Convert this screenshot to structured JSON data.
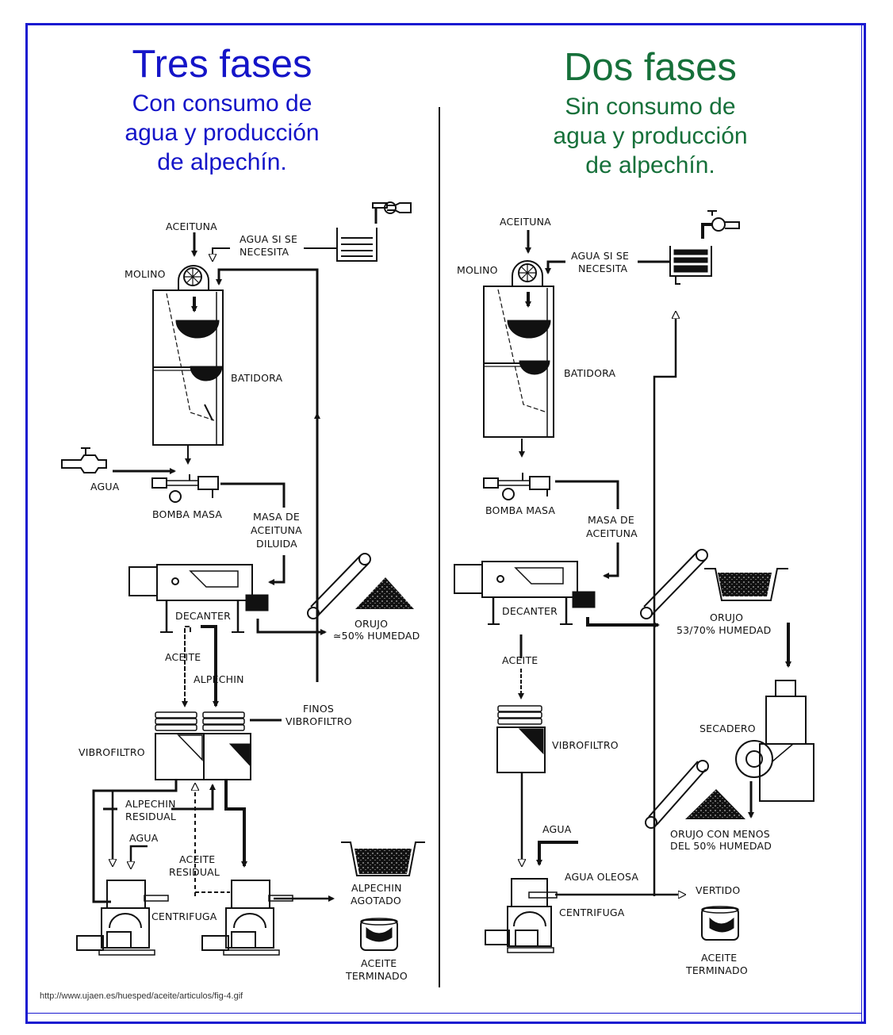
{
  "left_panel": {
    "title": "Tres fases",
    "subtitle_lines": [
      "Con consumo de",
      "agua  y producción",
      "de alpechín."
    ],
    "title_color": "#1414c8",
    "labels": {
      "aceituna": "ACEITUNA",
      "agua_si_se_1": "AGUA SI SE",
      "agua_si_se_2": "NECESITA",
      "molino": "MOLINO",
      "batidora": "BATIDORA",
      "agua": "AGUA",
      "bomba_masa": "BOMBA MASA",
      "masa_1": "MASA DE",
      "masa_2": "ACEITUNA",
      "masa_3": "DILUIDA",
      "decanter": "DECANTER",
      "orujo_1": "ORUJO",
      "orujo_2": "≃50% HUMEDAD",
      "aceite": "ACEITE",
      "alpechin": "ALPECHIN",
      "finos_1": "FINOS",
      "finos_2": "VIBROFILTRO",
      "vibrofiltro": "VIBROFILTRO",
      "alpechin_res_1": "ALPECHIN",
      "alpechin_res_2": "RESIDUAL",
      "agua2": "AGUA",
      "aceite_res_1": "ACEITE",
      "aceite_res_2": "RESIDUAL",
      "centrifuga": "CENTRIFUGA",
      "alpechin_agot_1": "ALPECHIN",
      "alpechin_agot_2": "AGOTADO",
      "aceite_term_1": "ACEITE",
      "aceite_term_2": "TERMINADO"
    }
  },
  "right_panel": {
    "title": "Dos fases",
    "subtitle_lines": [
      "Sin consumo de",
      "agua  y producción",
      "de alpechín."
    ],
    "title_color": "#16703a",
    "labels": {
      "aceituna": "ACEITUNA",
      "agua_si_se_1": "AGUA SI SE",
      "agua_si_se_2": "NECESITA",
      "molino": "MOLINO",
      "batidora": "BATIDORA",
      "bomba_masa": "BOMBA MASA",
      "masa_1": "MASA DE",
      "masa_2": "ACEITUNA",
      "decanter": "DECANTER",
      "orujo_1": "ORUJO",
      "orujo_2": "53/70% HUMEDAD",
      "aceite": "ACEITE",
      "vibrofiltro": "VIBROFILTRO",
      "secadero": "SECADERO",
      "orujo_menos_1": "ORUJO CON MENOS",
      "orujo_menos_2": "DEL 50% HUMEDAD",
      "agua": "AGUA",
      "agua_oleosa": "AGUA OLEOSA",
      "vertido": "VERTIDO",
      "centrifuga": "CENTRIFUGA",
      "aceite_term_1": "ACEITE",
      "aceite_term_2": "TERMINADO"
    }
  },
  "source_url": "http://www.ujaen.es/huesped/aceite/articulos/fig-4.gif",
  "colors": {
    "frame": "#1a1ad0",
    "ink": "#111111"
  }
}
